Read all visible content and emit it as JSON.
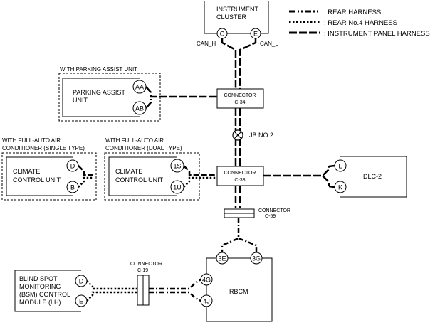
{
  "legend": {
    "rear": ": REAR HARNESS",
    "rear_no4": ": REAR No.4 HARNESS",
    "instrument_panel": ": INSTRUMENT PANEL HARNESS"
  },
  "instrument_cluster": {
    "title_line1": "INSTRUMENT",
    "title_line2": "CLUSTER",
    "pin_c": "C",
    "pin_e": "E",
    "can_h": "CAN_H",
    "can_l": "CAN_L"
  },
  "parking_assist": {
    "group": "WITH PARKING ASSIST UNIT",
    "title_line1": "PARKING ASSIST",
    "title_line2": "UNIT",
    "pin_aa": "AA",
    "pin_ab": "AB"
  },
  "connector_c34": {
    "line1": "CONNECTOR",
    "line2": "C-34"
  },
  "jb": {
    "label": "JB NO.2"
  },
  "connector_c33": {
    "line1": "CONNECTOR",
    "line2": "C-33"
  },
  "climate_single": {
    "group_line1": "WITH FULL-AUTO AIR",
    "group_line2": "CONDITIONER (SINGLE TYPE)",
    "title_line1": "CLIMATE",
    "title_line2": "CONTROL UNIT",
    "pin_d": "D",
    "pin_b": "B"
  },
  "climate_dual": {
    "group_line1": "WITH FULL-AUTO AIR",
    "group_line2": "CONDITIONER (DUAL TYPE)",
    "title_line1": "CLIMATE",
    "title_line2": "CONTROL UNIT",
    "pin_1s": "1S",
    "pin_1u": "1U"
  },
  "dlc2": {
    "title": "DLC-2",
    "pin_l": "L",
    "pin_k": "K"
  },
  "connector_c59": {
    "line1": "CONNECTOR",
    "line2": "C-59"
  },
  "rbcm": {
    "title": "RBCM",
    "pin_3e": "3E",
    "pin_3g": "3G",
    "pin_4g": "4G",
    "pin_4j": "4J"
  },
  "connector_c19": {
    "line1": "CONNECTOR",
    "line2": "C-19"
  },
  "bsm": {
    "title_line1": "BLIND SPOT",
    "title_line2": "MONITORING",
    "title_line3": "(BSM) CONTROL",
    "title_line4": "MODULE (LH)",
    "pin_d": "D",
    "pin_e": "E"
  }
}
